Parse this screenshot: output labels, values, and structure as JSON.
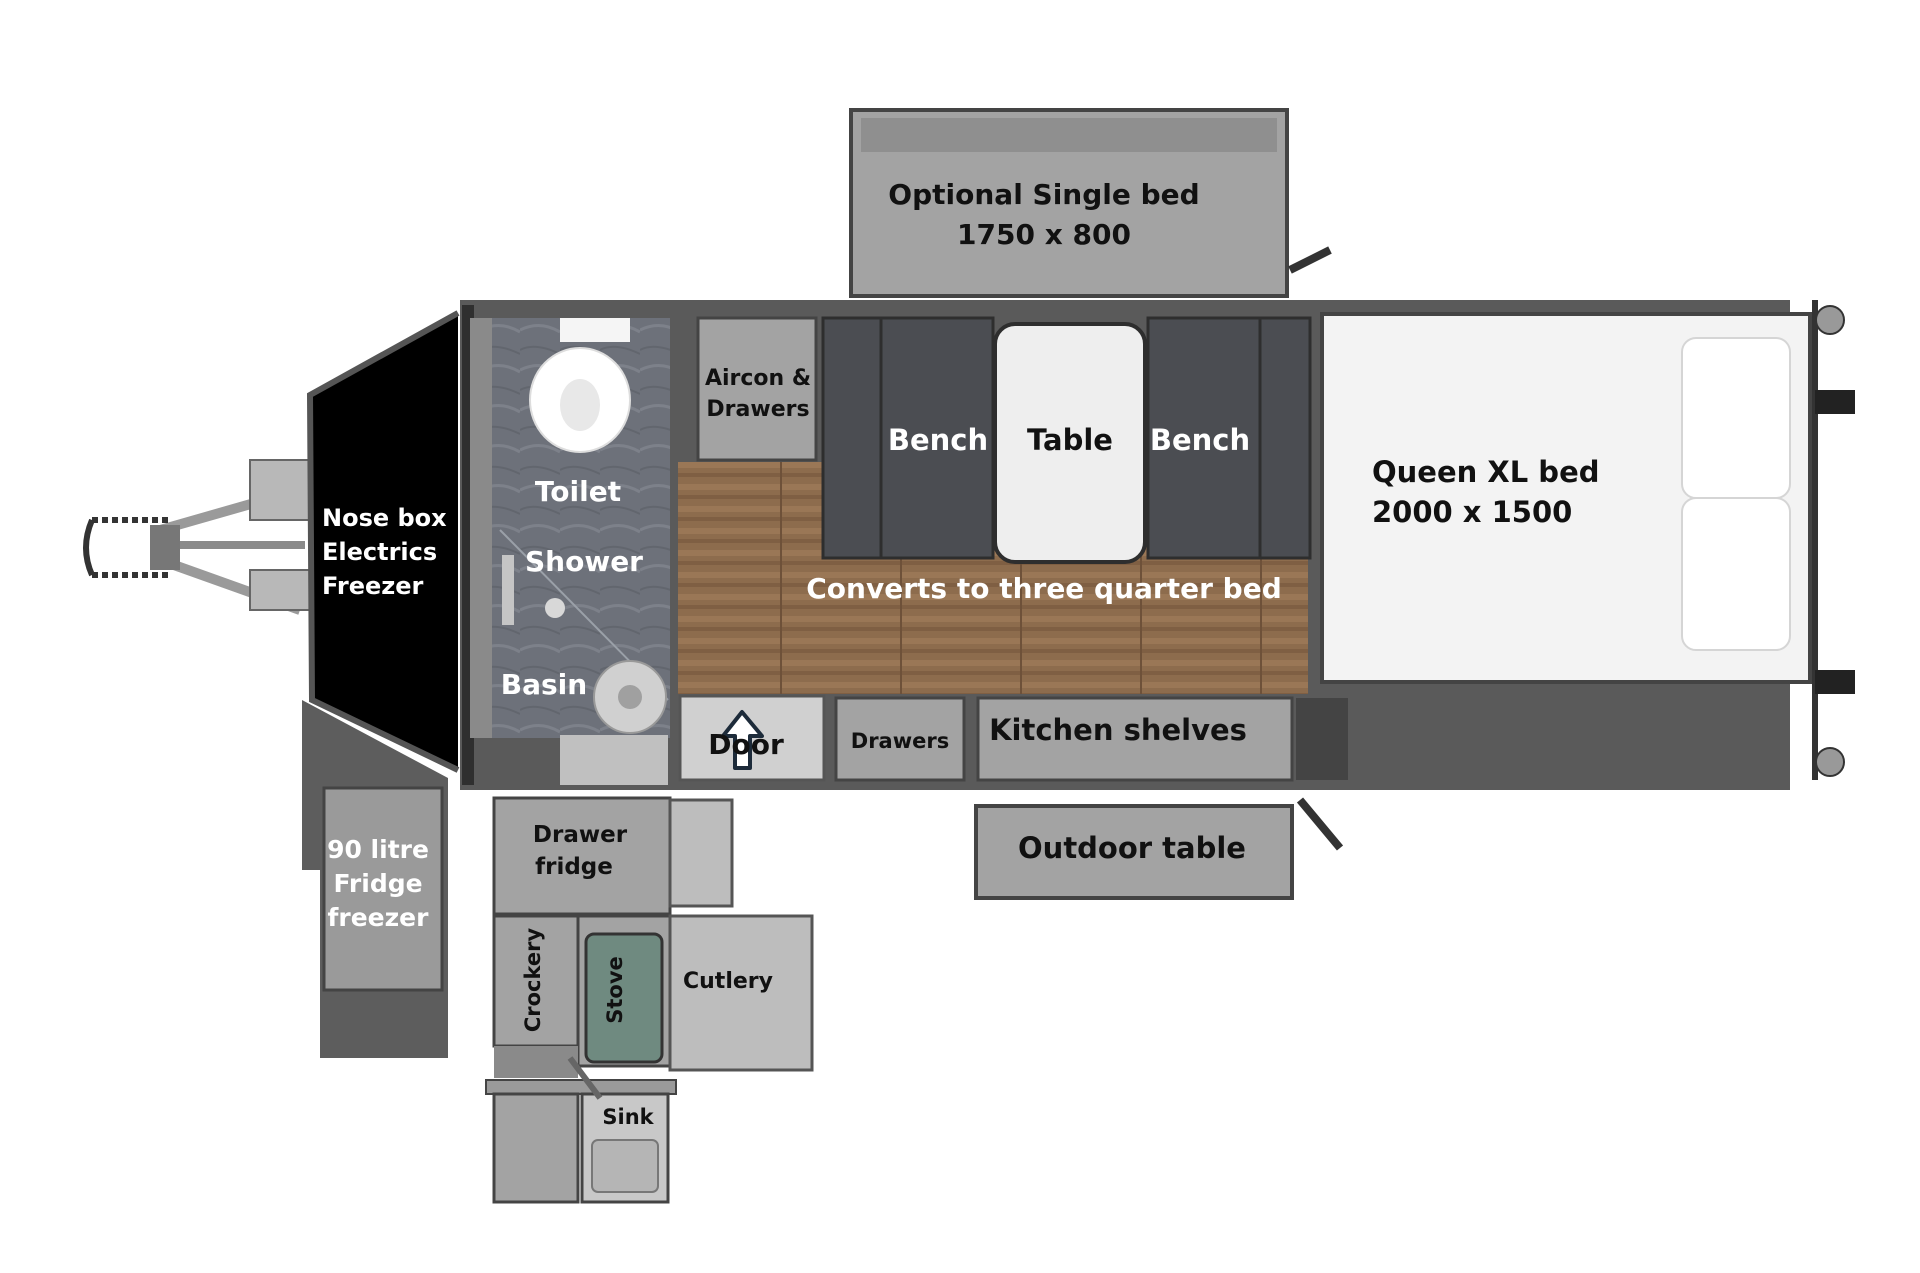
{
  "labels": {
    "single_bed": "Optional Single bed",
    "single_bed_size": "1750 x 800",
    "aircon_line1": "Aircon &",
    "aircon_line2": "Drawers",
    "bench_left": "Bench",
    "table": "Table",
    "bench_right": "Bench",
    "queen_bed": "Queen XL bed",
    "queen_bed_size": "2000 x 1500",
    "nose_box": "Nose box",
    "electrics": "Electrics",
    "freezer": "Freezer",
    "toilet": "Toilet",
    "shower": "Shower",
    "basin": "Basin",
    "converts": "Converts to three quarter bed",
    "door": "Door",
    "drawers": "Drawers",
    "kitchen_shelves": "Kitchen shelves",
    "outdoor_table": "Outdoor table",
    "fridge_line1": "90 litre",
    "fridge_line2": "Fridge",
    "fridge_line3": "freezer",
    "drawer_fridge_line1": "Drawer",
    "drawer_fridge_line2": "fridge",
    "crockery": "Crockery",
    "stove": "Stove",
    "cutlery": "Cutlery",
    "sink": "Sink"
  },
  "colors": {
    "panel_grey": "#a3a3a3",
    "dark_cushion": "#4b4d52",
    "nose_black": "#000000",
    "floor_wood": "#8b6a4c",
    "bathroom": "#6c7079",
    "stove_green": "#6f8a80",
    "bed_white": "#f3f3f3"
  }
}
